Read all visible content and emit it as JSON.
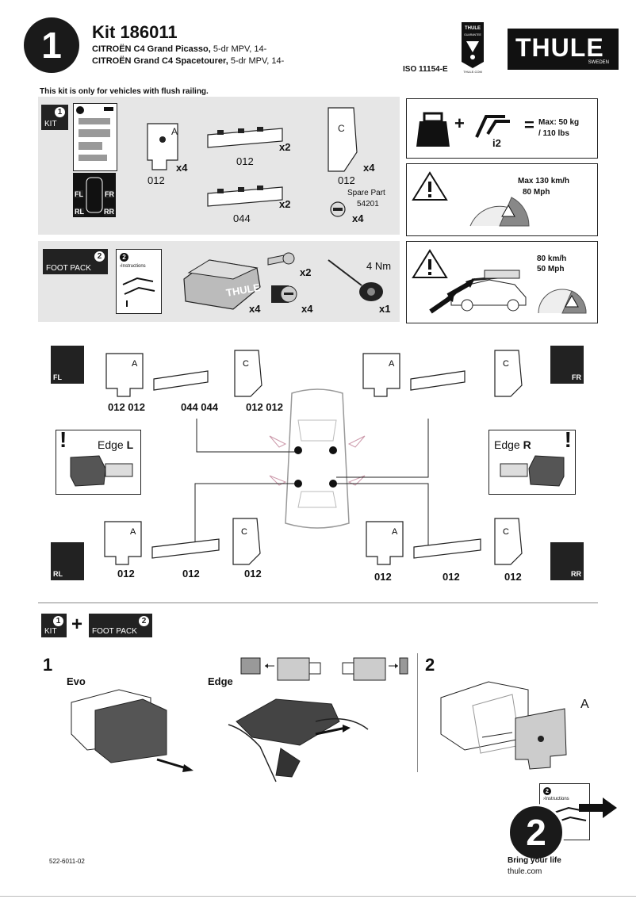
{
  "step_number": "1",
  "kit": {
    "title": "Kit 186011",
    "models": [
      {
        "name": "CITROËN C4 Grand Picasso,",
        "spec": " 5-dr MPV, 14-"
      },
      {
        "name": "CITROËN Grand C4 Spacetourer,",
        "spec": " 5-dr MPV, 14-"
      }
    ],
    "iso": "ISO 11154-E",
    "brand": "THULE",
    "brand_sub": "SWEDEN",
    "badge_text": "THULE",
    "badge_sub": "GUARANTEE",
    "badge_url": "THULE.COM"
  },
  "notice": "This kit is only for vehicles with flush railing.",
  "kit_panel": {
    "tag_num": "1",
    "tag_label": "KIT",
    "positions": [
      "FL",
      "FR",
      "RL",
      "RR"
    ],
    "pad_code": "012",
    "pad_qty": "x4",
    "plate_code": "012",
    "plate_qty": "x2",
    "plate2_code": "044",
    "plate2_qty": "x2",
    "bracket_code": "012",
    "bracket_qty": "x4",
    "spare_label": "Spare Part",
    "spare_code": "54201",
    "spare_qty": "x4"
  },
  "load_box": {
    "plus": "+",
    "equals": "=",
    "num": "2",
    "max_load": "Max: 50 kg",
    "max_load2": "/ 110 lbs"
  },
  "speed_box": {
    "line1": "Max  130 km/h",
    "line2": "80 Mph"
  },
  "foot_panel": {
    "tag_num": "2",
    "tag_label": "FOOT PACK",
    "booklet_num": "2",
    "booklet_label": "›Instructions",
    "foot_qty": "x4",
    "key_qty": "x2",
    "lock_qty": "x4",
    "torque": "4 Nm",
    "tool_qty": "x1"
  },
  "wind_box": {
    "line1": "80 km/h",
    "line2": "50 Mph"
  },
  "layout": {
    "fl": "FL",
    "fr": "FR",
    "rl": "RL",
    "rr": "RR",
    "front_codes": [
      "012 012",
      "044 044",
      "012 012"
    ],
    "rear_left_codes": [
      "012",
      "012",
      "012"
    ],
    "rear_right_codes": [
      "012",
      "012",
      "012"
    ],
    "edge_l_prefix": "Edge ",
    "edge_l": "L",
    "edge_r_prefix": "Edge ",
    "edge_r": "R"
  },
  "assembly": {
    "kit_num": "1",
    "kit_label": "KIT",
    "plus": "+",
    "foot_num": "2",
    "foot_label": "FOOT PACK",
    "step1": "1",
    "evo": "Evo",
    "edge": "Edge",
    "step2": "2",
    "label_a": "A"
  },
  "footer": {
    "doc_code": "522-6011-02",
    "next_num": "2",
    "next_booklet": "›Instructions",
    "next_booklet_num": "2",
    "slogan": "Bring your life",
    "url": "thule.com"
  }
}
